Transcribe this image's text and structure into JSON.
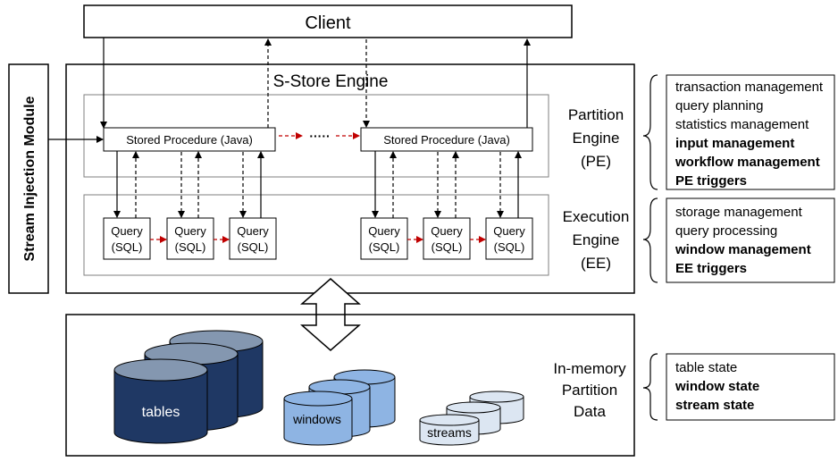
{
  "client": {
    "label": "Client"
  },
  "stream_injection": {
    "label": "Stream Injection Module"
  },
  "engine": {
    "title": "S-Store Engine"
  },
  "stored_procedures": [
    {
      "label": "Stored Procedure (Java)"
    },
    {
      "label": "Stored Procedure (Java)"
    }
  ],
  "ellipsis": "·····",
  "queries": [
    {
      "line1": "Query",
      "line2": "(SQL)"
    },
    {
      "line1": "Query",
      "line2": "(SQL)"
    },
    {
      "line1": "Query",
      "line2": "(SQL)"
    },
    {
      "line1": "Query",
      "line2": "(SQL)"
    },
    {
      "line1": "Query",
      "line2": "(SQL)"
    },
    {
      "line1": "Query",
      "line2": "(SQL)"
    }
  ],
  "partition_engine": {
    "line1": "Partition",
    "line2": "Engine",
    "line3": "(PE)"
  },
  "execution_engine": {
    "line1": "Execution",
    "line2": "Engine",
    "line3": "(EE)"
  },
  "in_memory": {
    "line1": "In-memory",
    "line2": "Partition",
    "line3": "Data"
  },
  "storage": {
    "tables": "tables",
    "windows": "windows",
    "streams": "streams"
  },
  "pe_features": {
    "items": [
      {
        "text": "transaction management",
        "bold": false
      },
      {
        "text": "query planning",
        "bold": false
      },
      {
        "text": "statistics management",
        "bold": false
      },
      {
        "text": "input management",
        "bold": true
      },
      {
        "text": "workflow management",
        "bold": true
      },
      {
        "text": "PE triggers",
        "bold": true
      }
    ]
  },
  "ee_features": {
    "items": [
      {
        "text": "storage management",
        "bold": false
      },
      {
        "text": "query processing",
        "bold": false
      },
      {
        "text": "window management",
        "bold": true
      },
      {
        "text": "EE triggers",
        "bold": true
      }
    ]
  },
  "data_features": {
    "items": [
      {
        "text": "table state",
        "bold": false
      },
      {
        "text": "window state",
        "bold": true
      },
      {
        "text": "stream state",
        "bold": true
      }
    ]
  },
  "colors": {
    "tables_fill": "#1f3864",
    "tables_top": "#8497b0",
    "windows_fill": "#8eb4e3",
    "windows_top": "#8eb4e3",
    "streams_fill": "#dce6f2",
    "red_arrow": "#c00000"
  }
}
